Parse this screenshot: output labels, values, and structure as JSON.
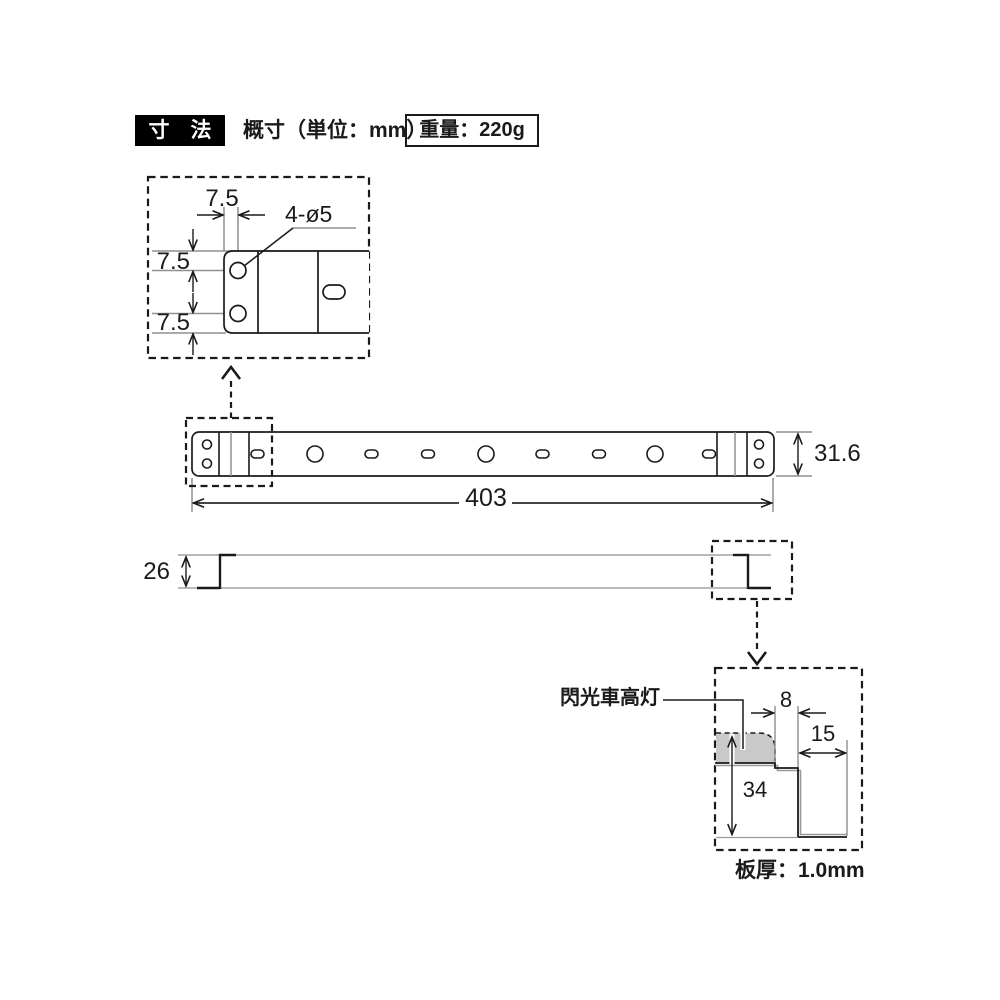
{
  "header": {
    "section_title": "寸　法",
    "note": "概寸（単位：mm）",
    "weight": "重量：220g"
  },
  "hole_detail": {
    "dim_top_offset": "7.5",
    "dim_left_upper": "7.5",
    "dim_left_lower": "7.5",
    "holes_label": "4-ø5"
  },
  "top_view": {
    "length": "403",
    "width": "31.6"
  },
  "side_view": {
    "height": "26"
  },
  "section_detail": {
    "lamp_label": "閃光車高灯",
    "dim_step": "8",
    "dim_foot": "15",
    "dim_height": "34",
    "plate_thickness": "板厚：1.0mm"
  },
  "colors": {
    "line": "#1a1a1a",
    "construction": "#8f8f8f",
    "lamp_fill": "#c9c9c9",
    "header_bg": "#000000"
  }
}
